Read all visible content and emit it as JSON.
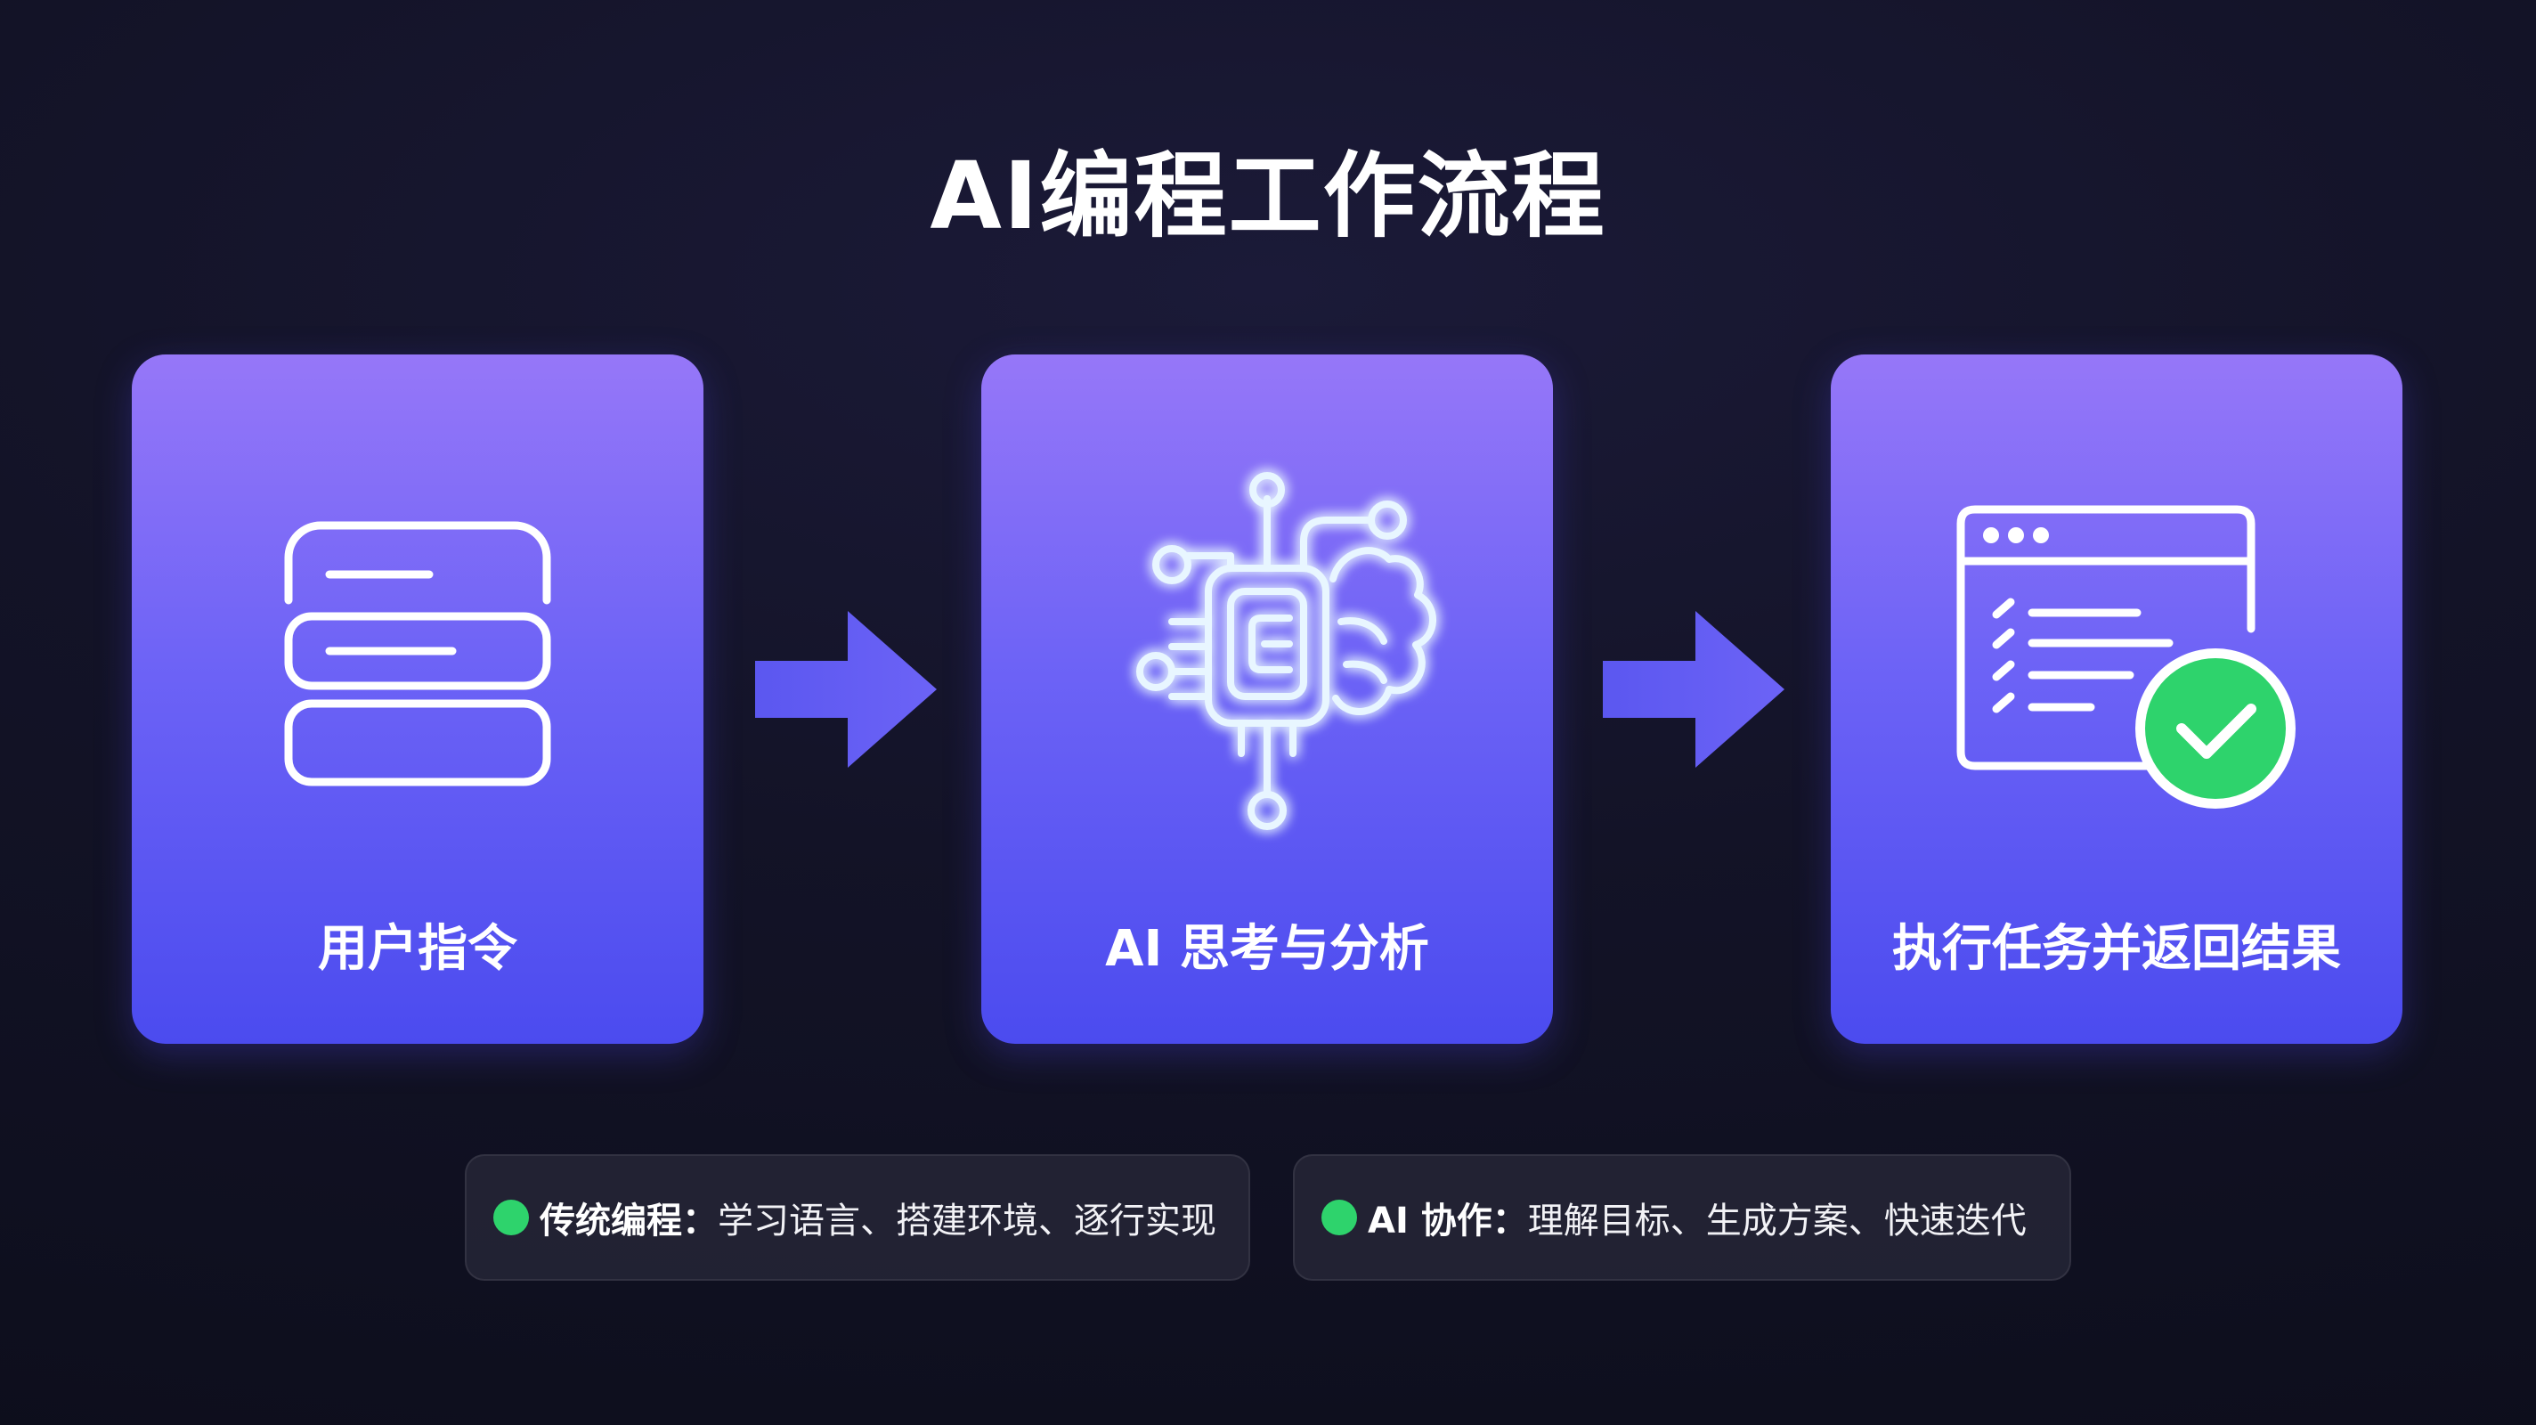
{
  "title": "AI编程工作流程",
  "steps": [
    {
      "label": "用户指令",
      "icon": "form-fields-icon"
    },
    {
      "label": "AI 思考与分析",
      "icon": "ai-brain-chip-icon"
    },
    {
      "label": "执行任务并返回结果",
      "icon": "window-checklist-check-icon"
    }
  ],
  "notes": [
    {
      "lead": "传统编程：",
      "text": "学习语言、搭建环境、逐行实现"
    },
    {
      "lead": "AI 协作：",
      "text": "理解目标、生成方案、快速迭代"
    }
  ],
  "colors": {
    "card_top": "#9677f8",
    "card_bottom": "#4b4bef",
    "arrow": "#5b57f0",
    "check_green": "#2ed36c",
    "glow_blue": "#8fd0ff"
  }
}
